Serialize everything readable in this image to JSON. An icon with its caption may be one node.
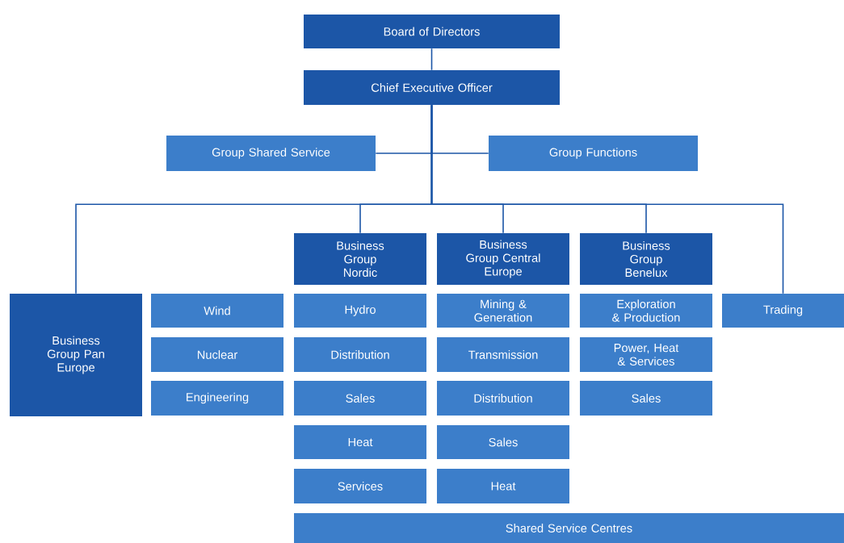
{
  "diagram": {
    "nodes": [
      {
        "text": [
          "Board of Directors"
        ]
      },
      {
        "text": [
          "Chief Executive Officer"
        ]
      },
      {
        "text": [
          "Group Shared Service"
        ]
      },
      {
        "text": [
          "Group Functions"
        ]
      },
      {
        "text": [
          "Business Group Pan Europe"
        ]
      },
      {
        "text": [
          "Wind"
        ]
      },
      {
        "text": [
          "Nuclear"
        ]
      },
      {
        "text": [
          "Engineering"
        ]
      },
      {
        "text": [
          "Business Group Nordic"
        ]
      },
      {
        "text": [
          "Hydro"
        ]
      },
      {
        "text": [
          "Distribution"
        ]
      },
      {
        "text": [
          "Sales"
        ]
      },
      {
        "text": [
          "Heat"
        ]
      },
      {
        "text": [
          "Services"
        ]
      },
      {
        "text": [
          "Business Group Central Europe"
        ]
      },
      {
        "text": [
          "Mining & Generation"
        ]
      },
      {
        "text": [
          "Transmission"
        ]
      },
      {
        "text": [
          "Distribution"
        ]
      },
      {
        "text": [
          "Sales"
        ]
      },
      {
        "text": [
          "Heat"
        ]
      },
      {
        "text": [
          "Business Group Benelux"
        ]
      },
      {
        "text": [
          "Exploration & Production"
        ]
      },
      {
        "text": [
          "Power, Heat & Services"
        ]
      },
      {
        "text": [
          "Sales"
        ]
      },
      {
        "text": [
          "Trading"
        ]
      },
      {
        "text": [
          "Shared Service Centres"
        ]
      }
    ],
    "edges": [
      {
        "from": 0,
        "to": 1,
        "arrow": "none"
      },
      {
        "from": 1,
        "to": 2,
        "arrow": "none"
      },
      {
        "from": 1,
        "to": 3,
        "arrow": "none"
      },
      {
        "from": 1,
        "to": 4,
        "arrow": "none"
      },
      {
        "from": 1,
        "to": 8,
        "arrow": "none"
      },
      {
        "from": 1,
        "to": 14,
        "arrow": "none"
      },
      {
        "from": 1,
        "to": 20,
        "arrow": "none"
      },
      {
        "from": 1,
        "to": 24,
        "arrow": "none"
      }
    ]
  }
}
